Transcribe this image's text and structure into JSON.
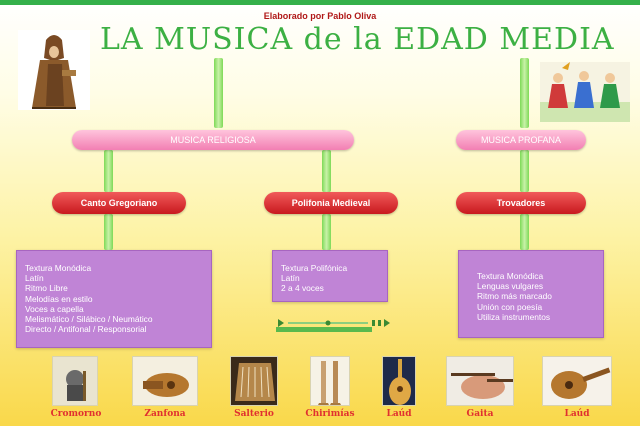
{
  "header": {
    "author": "Elaborado por Pablo Oliva",
    "title": "LA MUSICA de la EDAD MEDIA"
  },
  "categories": {
    "religiosa": "MUSICA RELIGIOSA",
    "profana": "MUSICA PROFANA"
  },
  "subcategories": {
    "canto": "Canto Gregoriano",
    "polifonia": "Polifonia Medieval",
    "trovadores": "Trovadores"
  },
  "boxes": {
    "canto": [
      "Textura Monódica",
      "Latín",
      "Ritmo Libre",
      "Melodías en estilo",
      "Voces a capella",
      "Melismático / Silábico / Neumático",
      "Directo / Antifonal / Responsorial"
    ],
    "polifonia": [
      "Textura Polifónica",
      "Latín",
      "2 a 4 voces"
    ],
    "trovadores": [
      "Textura Monódica",
      "Lenguas vulgares",
      "Ritmo más marcado",
      "Unión con poesía",
      "Utiliza instrumentos"
    ]
  },
  "instruments": [
    "Cromorno",
    "Zanfona",
    "Salterio",
    "Chirimías",
    "Laúd",
    "Gaita",
    "Laúd"
  ],
  "colors": {
    "title_green": "#3cb043",
    "connector_green": "#7ed957",
    "pink_pill": "#f27fb3",
    "red_pill": "#c8191e",
    "box_purple": "#c084d6"
  }
}
